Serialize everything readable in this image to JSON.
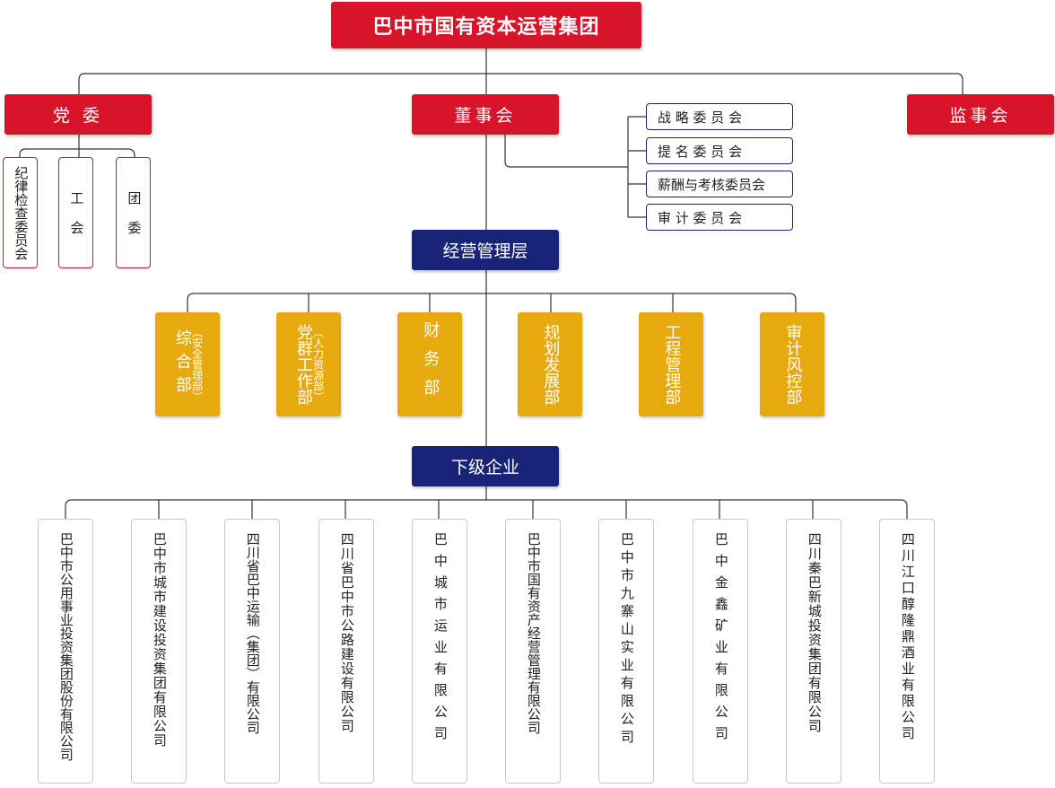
{
  "root": {
    "title": "巴中市国有资本运营集团"
  },
  "party_committee": {
    "label": "党 委",
    "children": [
      "纪律检查委员会",
      "工 会",
      "团 委"
    ]
  },
  "board": {
    "label": "董事会",
    "committees": [
      "战 略 委 员 会",
      "提 名 委 员 会",
      "薪酬与考核委员会",
      "审 计 委 员 会"
    ]
  },
  "supervisory_board": {
    "label": "监事会"
  },
  "management": {
    "label": "经营管理层",
    "departments": [
      {
        "main": "综合部",
        "sub": "（安全管理部）"
      },
      {
        "main": "党群工作部",
        "sub": "（人力资源部）"
      },
      {
        "main": "财务部",
        "sub": ""
      },
      {
        "main": "规划发展部",
        "sub": ""
      },
      {
        "main": "工程管理部",
        "sub": ""
      },
      {
        "main": "审计风控部",
        "sub": ""
      }
    ]
  },
  "subsidiaries": {
    "label": "下级企业",
    "companies": [
      "巴中市公用事业投资集团股份有限公司",
      "巴中市城市建设投资集团有限公司",
      "四川省巴中运输（集团）有限公司",
      "四川省巴中市公路建设有限公司",
      "巴中城市运业有限公司",
      "巴中市国有资产经营管理有限公司",
      "巴中市九寨山实业有限公司",
      "巴中金鑫矿业有限公司",
      "四川秦巴新城投资集团有限公司",
      "四川江口醇隆鼎酒业有限公司"
    ]
  },
  "colors": {
    "red": "#d8142b",
    "navy": "#182478",
    "gold": "#e7aa0e",
    "line": "#333333"
  }
}
